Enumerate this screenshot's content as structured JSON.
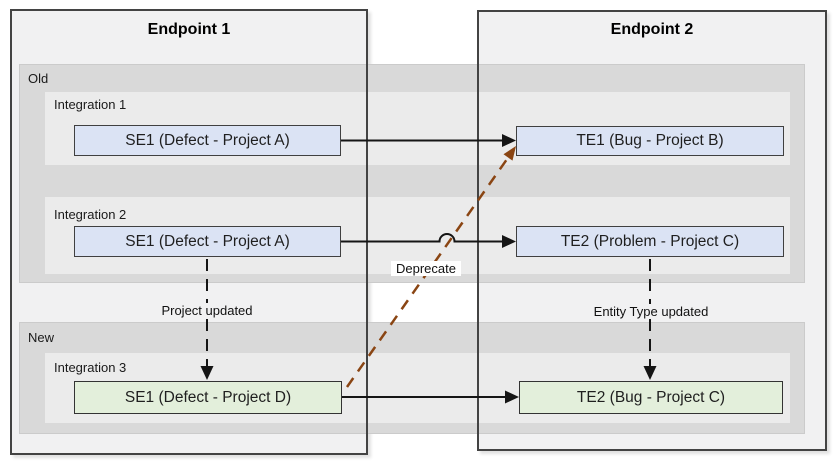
{
  "diagram": {
    "endpoints": [
      {
        "title": "Endpoint 1"
      },
      {
        "title": "Endpoint 2"
      }
    ],
    "bands": [
      {
        "label": "Old"
      },
      {
        "label": "New"
      }
    ],
    "integrations": [
      {
        "label": "Integration 1"
      },
      {
        "label": "Integration 2"
      },
      {
        "label": "Integration 3"
      }
    ],
    "entities": [
      {
        "id": "se1-int1",
        "label": "SE1 (Defect - Project A)",
        "style": "blue"
      },
      {
        "id": "te1",
        "label": "TE1 (Bug - Project B)",
        "style": "blue"
      },
      {
        "id": "se1-int2",
        "label": "SE1 (Defect - Project A)",
        "style": "blue"
      },
      {
        "id": "te2-old",
        "label": "TE2 (Problem - Project C)",
        "style": "blue"
      },
      {
        "id": "se1-int3",
        "label": "SE1 (Defect - Project D)",
        "style": "green"
      },
      {
        "id": "te2-new",
        "label": "TE2 (Bug - Project C)",
        "style": "green"
      }
    ],
    "arrow_labels": {
      "project_updated": "Project updated",
      "entity_type_updated": "Entity Type updated",
      "deprecate": "Deprecate"
    },
    "colors": {
      "blue_box": "#dbe3f4",
      "green_box": "#e3efdb",
      "band": "#d9d9d9",
      "panel": "#ebebeb",
      "endpoint_bg": "#f1f1f2",
      "deprecate_line": "#8a4513"
    }
  }
}
